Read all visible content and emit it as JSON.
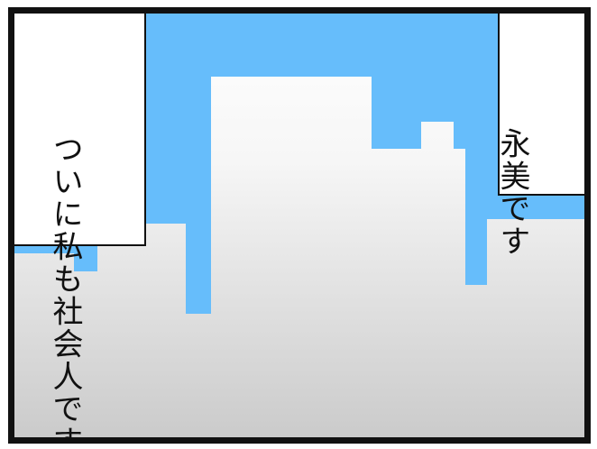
{
  "panel": {
    "colors": {
      "sky": "#66bdfb",
      "buildings": "#ffffff",
      "ground_bottom": "#cccccc",
      "border": "#111111"
    },
    "caption_left": {
      "lines": [
        "ついに私も",
        "社会人です"
      ]
    },
    "caption_right": {
      "lines": [
        "永美です"
      ]
    }
  }
}
